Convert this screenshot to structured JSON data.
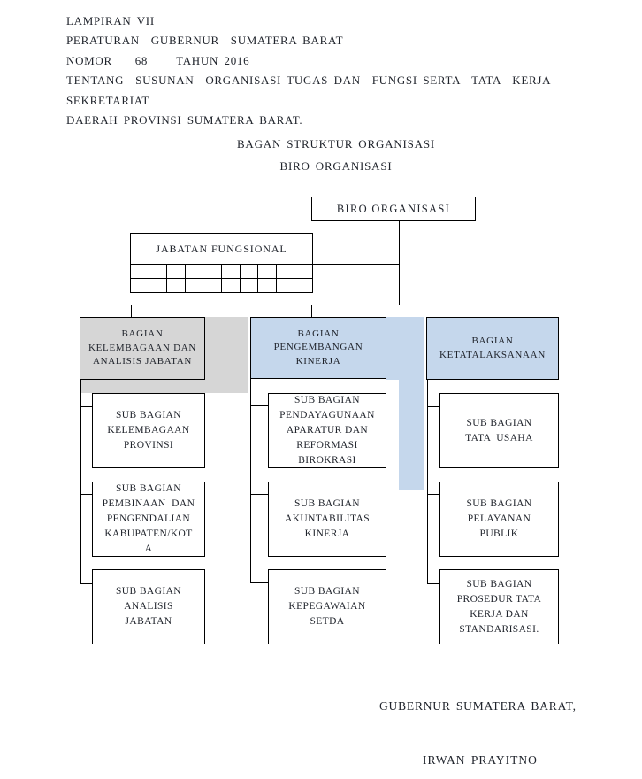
{
  "document": {
    "header_lines": [
      "LAMPIRAN VII",
      "PERATURAN  GUBERNUR  SUMATERA BARAT",
      "NOMOR    68     TAHUN 2016",
      "TENTANG  SUSUNAN  ORGANISASI TUGAS DAN  FUNGSI SERTA  TATA  KERJA  SEKRETARIAT",
      "DAERAH PROVINSI SUMATERA BARAT."
    ],
    "title_lines": [
      "BAGAN STRUKTUR ORGANISASI",
      "BIRO ORGANISASI"
    ],
    "signature": {
      "title": "GUBERNUR SUMATERA BARAT,",
      "name": "IRWAN PRAYITNO"
    }
  },
  "org_chart": {
    "root": {
      "label": "BIRO ORGANISASI"
    },
    "functional_unit": {
      "label": "JABATAN FUNGSIONAL",
      "grid_rows": 2,
      "grid_cols": 10
    },
    "divisions": [
      {
        "label_lines": [
          "BAGIAN",
          "KELEMBAGAAN DAN",
          "ANALISIS JABATAN"
        ],
        "fill": "#d6d6d6",
        "sub_divisions": [
          {
            "label_lines": [
              "SUB BAGIAN",
              "KELEMBAGAAN",
              "PROVINSI"
            ]
          },
          {
            "label_lines": [
              "SUB BAGIAN",
              "PEMBINAAN  DAN",
              "PENGENDALIAN",
              "KABUPATEN/KOT",
              "A"
            ]
          },
          {
            "label_lines": [
              "SUB BAGIAN",
              "ANALISIS",
              "JABATAN"
            ]
          }
        ]
      },
      {
        "label_lines": [
          "BAGIAN",
          "PENGEMBANGAN",
          "KINERJA"
        ],
        "fill": "#c5d7ec",
        "sub_divisions": [
          {
            "label_lines": [
              "SUB BAGIAN",
              "PENDAYAGUNAAN",
              "APARATUR DAN",
              "REFORMASI",
              "BIROKRASI"
            ]
          },
          {
            "label_lines": [
              "SUB BAGIAN",
              "AKUNTABILITAS",
              "KINERJA"
            ]
          },
          {
            "label_lines": [
              "SUB BAGIAN",
              "KEPEGAWAIAN",
              "SETDA"
            ]
          }
        ]
      },
      {
        "label_lines": [
          "BAGIAN",
          "KETATALAKSANAAN"
        ],
        "fill": "#c5d7ec",
        "sub_divisions": [
          {
            "label_lines": [
              "SUB BAGIAN",
              "TATA  USAHA"
            ]
          },
          {
            "label_lines": [
              "SUB BAGIAN",
              "PELAYANAN",
              "PUBLIK"
            ]
          },
          {
            "label_lines": [
              "SUB BAGIAN",
              "PROSEDUR TATA",
              "KERJA DAN",
              "STANDARISASI."
            ]
          }
        ]
      }
    ]
  },
  "colors": {
    "border": "#000000",
    "gray_fill": "#d6d6d6",
    "blue_fill": "#c5d7ec",
    "text": "#20242c",
    "background": "#ffffff"
  }
}
